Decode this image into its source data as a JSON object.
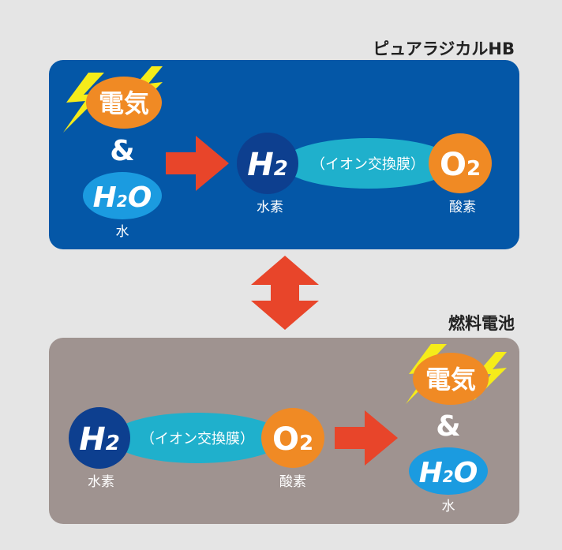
{
  "hb": {
    "title": "ピュアラジカルHB",
    "input_electricity": "電気",
    "ampersand": "&",
    "input_water": "H2O",
    "input_water_caption": "水",
    "hydrogen": "H2",
    "hydrogen_caption": "水素",
    "membrane": "（イオン交換膜）",
    "oxygen": "O2",
    "oxygen_caption": "酸素"
  },
  "fuel_cell": {
    "title": "燃料電池",
    "hydrogen": "H2",
    "hydrogen_caption": "水素",
    "membrane": "（イオン交換膜）",
    "oxygen": "O2",
    "oxygen_caption": "酸素",
    "output_electricity": "電気",
    "ampersand": "&",
    "output_water": "H2O",
    "output_water_caption": "水"
  },
  "colors": {
    "hb_panel": "#0457a7",
    "fuel_cell_panel": "#9f9390",
    "arrow": "#e8452a",
    "lightning": "#f5ec1a",
    "orange_oval": "#f08a24",
    "hydrogen_circle": "#0d3f8f",
    "membrane_oval": "#1fb0cc",
    "water_oval": "#1b9be0"
  }
}
